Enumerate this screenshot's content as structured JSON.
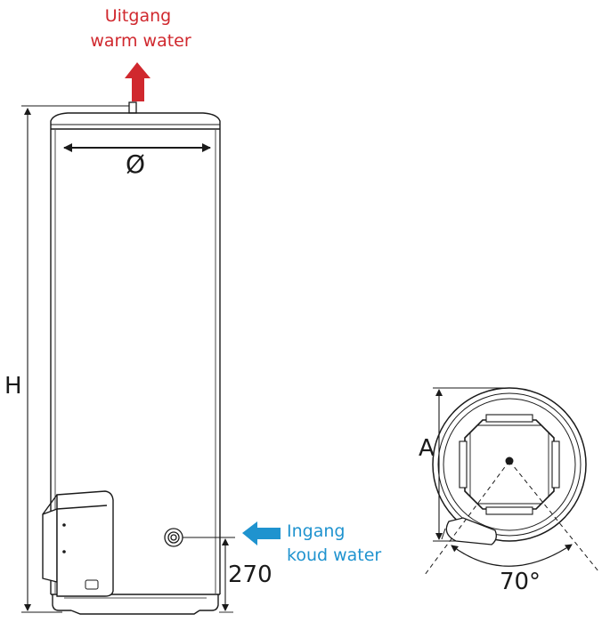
{
  "labels": {
    "hot_outlet": [
      "Uitgang",
      "warm water"
    ],
    "cold_inlet": [
      "Ingang",
      "koud water"
    ],
    "height": "H",
    "diameter": "Ø",
    "inlet_height": "270",
    "depth": "A",
    "angle": "70°"
  },
  "colors": {
    "hot": "#d0282e",
    "cold": "#1f93cf",
    "line": "#1a1a1a"
  }
}
